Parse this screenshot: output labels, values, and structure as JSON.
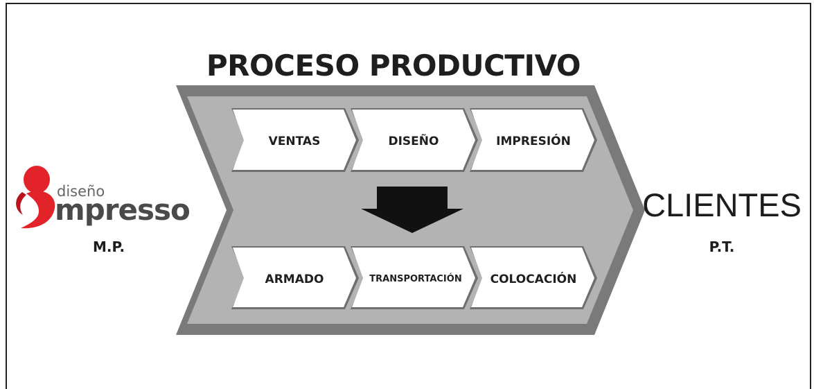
{
  "diagram": {
    "title": "PROCESO PRODUCTIVO",
    "input_label": "M.P.",
    "output_title": "CLIENTES",
    "output_label": "P.T.",
    "logo": {
      "small_text": "diseño",
      "big_text": "mpresso",
      "red_color": "#e2232a",
      "dark_color": "#4a4a4a"
    },
    "top_steps": [
      {
        "label": "VENTAS"
      },
      {
        "label": "DISEÑO"
      },
      {
        "label": "IMPRESIÓN"
      }
    ],
    "bottom_steps": [
      {
        "label": "ARMADO"
      },
      {
        "label": "TRANSPORTACIÓN"
      },
      {
        "label": "COLOCACIÓN"
      }
    ],
    "colors": {
      "outer_gray": "#7a7a7a",
      "inner_gray": "#b3b3b3",
      "chevron_white": "#ffffff",
      "arrow": "#111111"
    },
    "down_arrow_icon": "down-arrow-icon"
  }
}
